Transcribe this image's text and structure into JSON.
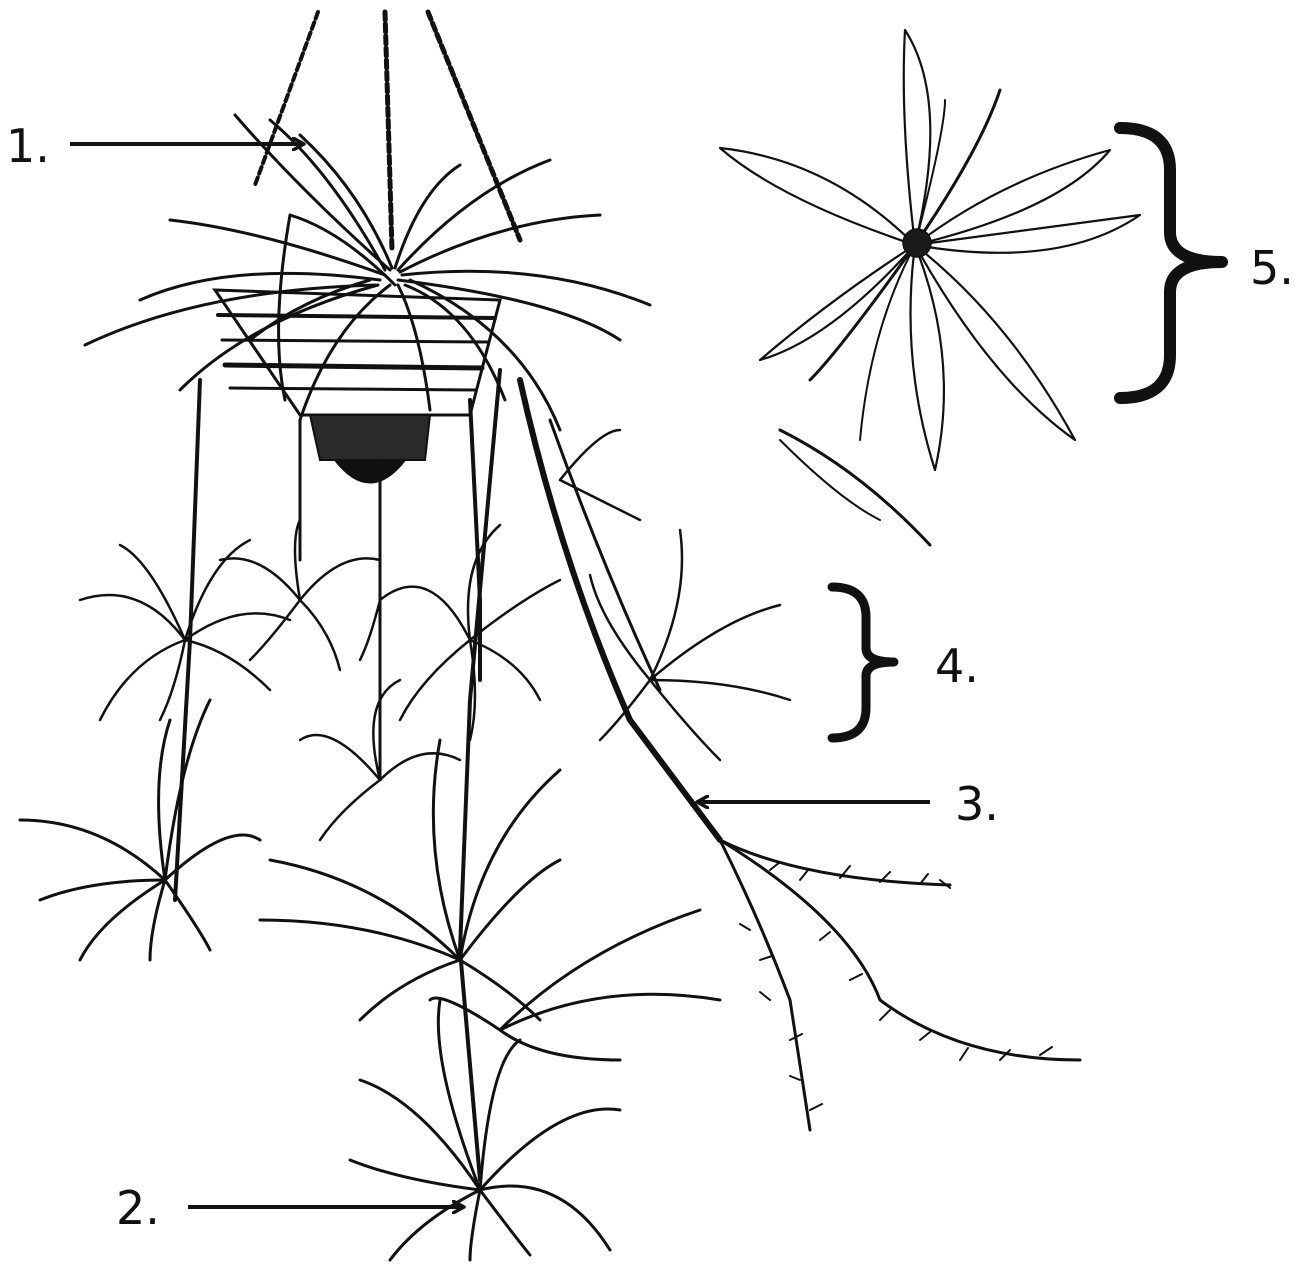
{
  "labels": {
    "l1": "1.",
    "l2": "2.",
    "l3": "3.",
    "l4": "4.",
    "l5": "5."
  },
  "colors": {
    "ink": "#111111",
    "paper": "#ffffff"
  }
}
